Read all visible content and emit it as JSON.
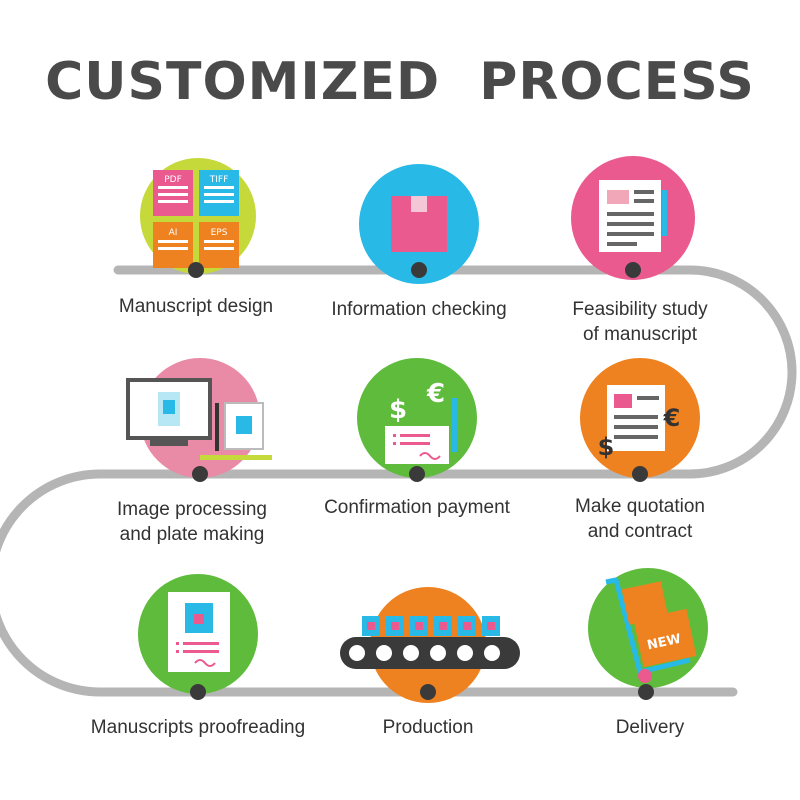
{
  "title": "CUSTOMIZED  PROCESS",
  "colors": {
    "track": "#b5b5b5",
    "node": "#3a3a3a",
    "yellow_green": "#c6d93a",
    "cyan": "#29b9e6",
    "pink": "#ea5a8e",
    "rose": "#e98aa6",
    "green": "#5fbb3c",
    "orange": "#ef8220",
    "text": "#333333",
    "title": "#4a4a4a"
  },
  "steps": [
    {
      "label": "Manuscript design",
      "icon": "file-formats-icon",
      "badges": [
        "PDF",
        "TIFF",
        "AI",
        "EPS"
      ]
    },
    {
      "label": "Information checking",
      "icon": "package-icon"
    },
    {
      "label": "Feasibility study\nof manuscript",
      "icon": "document-pen-icon"
    },
    {
      "label": "Make quotation\nand contract",
      "icon": "quotation-currency-icon",
      "symbols": [
        "$",
        "€"
      ]
    },
    {
      "label": "Confirmation payment",
      "icon": "payment-cheque-icon",
      "symbols": [
        "$",
        "€"
      ]
    },
    {
      "label": "Image processing\nand plate making",
      "icon": "monitor-design-icon"
    },
    {
      "label": "Manuscripts proofreading",
      "icon": "proof-sheet-icon"
    },
    {
      "label": "Production",
      "icon": "conveyor-belt-icon"
    },
    {
      "label": "Delivery",
      "icon": "hand-truck-icon",
      "badges": [
        "NEW"
      ]
    }
  ]
}
